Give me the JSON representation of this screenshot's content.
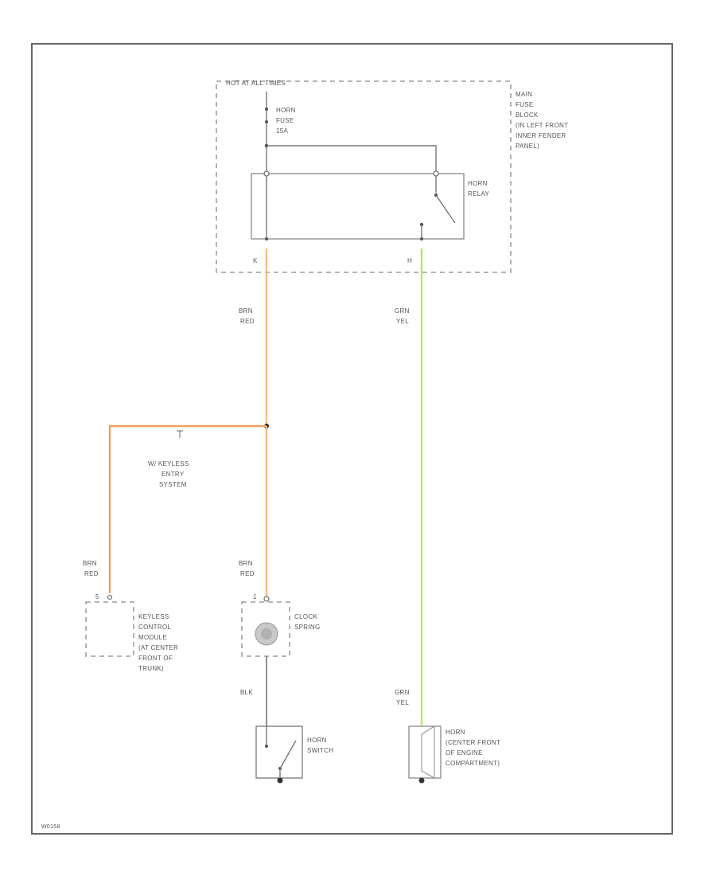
{
  "fuse_block": {
    "title": "HOT AT ALL TIMES",
    "label": [
      "MAIN",
      "FUSE",
      "BLOCK",
      "(IN LEFT FRONT",
      "INNER FENDER",
      "PANEL)"
    ]
  },
  "horn_fuse": [
    "HORN",
    "FUSE",
    "15A"
  ],
  "horn_relay": [
    "HORN",
    "RELAY"
  ],
  "terminals": {
    "left": "K",
    "right": "H"
  },
  "wires": {
    "brn_red_top": [
      "BRN",
      "RED"
    ],
    "grn_yel_top": [
      "GRN",
      "YEL"
    ],
    "brn_red_left": [
      "BRN",
      "RED"
    ],
    "brn_red_mid": [
      "BRN",
      "RED"
    ],
    "grn_yel_bottom": [
      "GRN",
      "YEL"
    ],
    "blk": "BLK",
    "colors": {
      "brn_red": "#f0c080",
      "brn_red_branch": "#f2a060",
      "grn_yel": "#a8f060",
      "plain": "#777777"
    }
  },
  "keyless_branch": [
    "W/ KEYLESS",
    "ENTRY",
    "SYSTEM"
  ],
  "keyless_module": {
    "pin": "5",
    "label": [
      "KEYLESS",
      "CONTROL",
      "MODULE",
      "(AT CENTER",
      "FRONT OF",
      "TRUNK)"
    ]
  },
  "clock_spring": {
    "pin": "1",
    "label": [
      "CLOCK",
      "SPRING"
    ]
  },
  "horn_switch": [
    "HORN",
    "SWITCH"
  ],
  "horn": [
    "HORN",
    "(CENTER FRONT",
    "OF ENGINE",
    "COMPARTMENT)"
  ],
  "footer_code": "W0158"
}
